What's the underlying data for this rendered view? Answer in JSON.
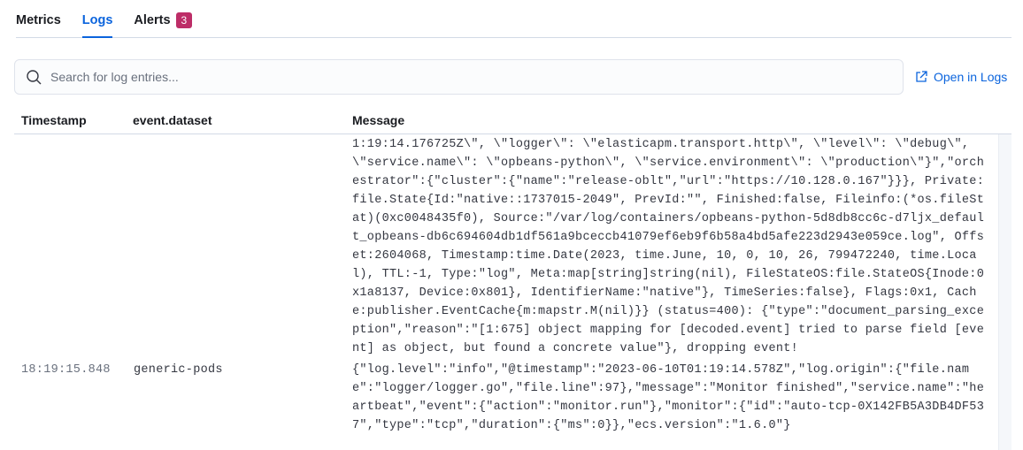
{
  "tabs": [
    {
      "label": "Metrics",
      "active": false
    },
    {
      "label": "Logs",
      "active": true
    },
    {
      "label": "Alerts",
      "active": false,
      "badge": "3"
    }
  ],
  "search": {
    "placeholder": "Search for log entries...",
    "value": ""
  },
  "open_in_logs": "Open in Logs",
  "columns": [
    "Timestamp",
    "event.dataset",
    "Message"
  ],
  "rows": [
    {
      "timestamp": "",
      "dataset": "",
      "message_lines": [
        "1:19:14.176725Z\\\", \\\"logger\\\": \\\"elasticapm.transport.http\\\", \\\"level\\\": \\\"debug\\\",",
        "\\\"service.name\\\": \\\"opbeans-python\\\", \\\"service.environment\\\": \\\"production\\\"}\",\"orch",
        "estrator\":{\"cluster\":{\"name\":\"release-oblt\",\"url\":\"https://10.128.0.167\"}}}, Private:",
        "file.State{Id:\"native::1737015-2049\", PrevId:\"\", Finished:false, Fileinfo:(*os.fileSt",
        "at)(0xc0048435f0), Source:\"/var/log/containers/opbeans-python-5d8db8cc6c-d7ljx_defaul",
        "t_opbeans-db6c694604db1df561a9bceccb41079ef6eb9f6b58a4bd5afe223d2943e059ce.log\", Offs",
        "et:2604068, Timestamp:time.Date(2023, time.June, 10, 0, 10, 26, 799472240, time.Loca",
        "l), TTL:-1, Type:\"log\", Meta:map[string]string(nil), FileStateOS:file.StateOS{Inode:0",
        "x1a8137, Device:0x801}, IdentifierName:\"native\"}, TimeSeries:false}, Flags:0x1, Cach",
        "e:publisher.EventCache{m:mapstr.M(nil)}} (status=400): {\"type\":\"document_parsing_exce",
        "ption\",\"reason\":\"[1:675] object mapping for [decoded.event] tried to parse field [eve",
        "nt] as object, but found a concrete value\"}, dropping event!"
      ]
    },
    {
      "timestamp": "18:19:15.848",
      "dataset": "generic-pods",
      "message_lines": [
        "{\"log.level\":\"info\",\"@timestamp\":\"2023-06-10T01:19:14.578Z\",\"log.origin\":{\"file.nam",
        "e\":\"logger/logger.go\",\"file.line\":97},\"message\":\"Monitor finished\",\"service.name\":\"he",
        "artbeat\",\"event\":{\"action\":\"monitor.run\"},\"monitor\":{\"id\":\"auto-tcp-0X142FB5A3DB4DF53",
        "7\",\"type\":\"tcp\",\"duration\":{\"ms\":0}},\"ecs.version\":\"1.6.0\"}"
      ]
    }
  ],
  "colors": {
    "accent": "#0b64dd",
    "badge": "#bd2d67"
  }
}
